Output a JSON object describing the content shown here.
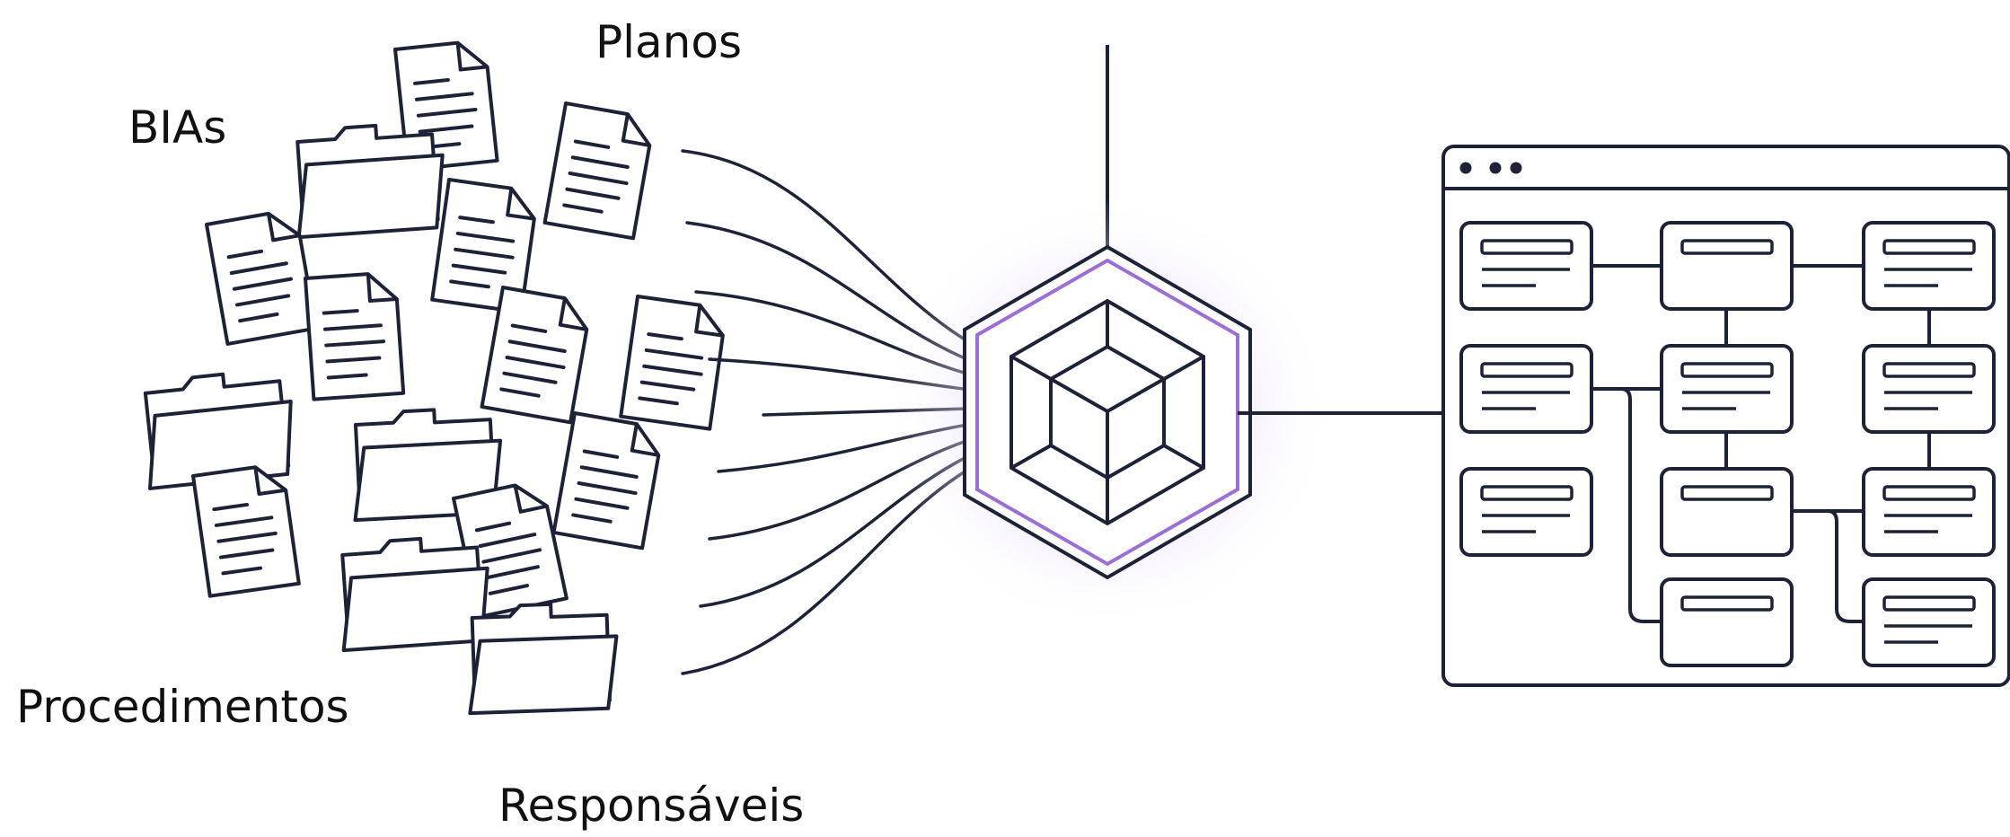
{
  "labels": {
    "planos": "Planos",
    "bias": "BIAs",
    "procedimentos": "Procedimentos",
    "responsaveis": "Responsáveis"
  },
  "colors": {
    "ink": "#1e2236",
    "accent": "#9a6fd6",
    "glow": "#c9b3f2",
    "paper": "#ffffff"
  },
  "icons": {
    "documents": "document-pile",
    "hub": "hexagon-cube",
    "dashboard": "browser-window-flowchart"
  }
}
